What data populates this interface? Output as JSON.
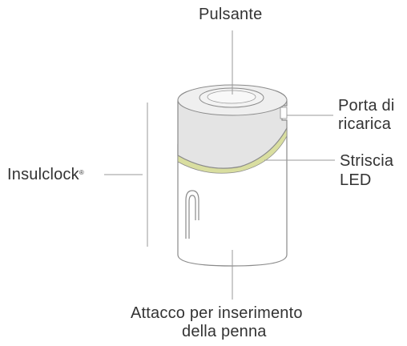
{
  "labels": {
    "button": "Pulsante",
    "charging_port_line1": "Porta di",
    "charging_port_line2": "ricarica",
    "led_strip_line1": "Striscia",
    "led_strip_line2": "LED",
    "device_name": "Insulclock",
    "device_mark": "®",
    "pen_attachment_line1": "Attacco per inserimento",
    "pen_attachment_line2": "della penna"
  },
  "colors": {
    "cap": "#e4e4e4",
    "cap_top": "#f3f3f3",
    "led": "#d9dea0",
    "body": "#ffffff",
    "outline": "#8a8a8a",
    "leader": "#9a9a9a",
    "text": "#333333"
  },
  "icons": [
    "pen-clip-icon"
  ]
}
